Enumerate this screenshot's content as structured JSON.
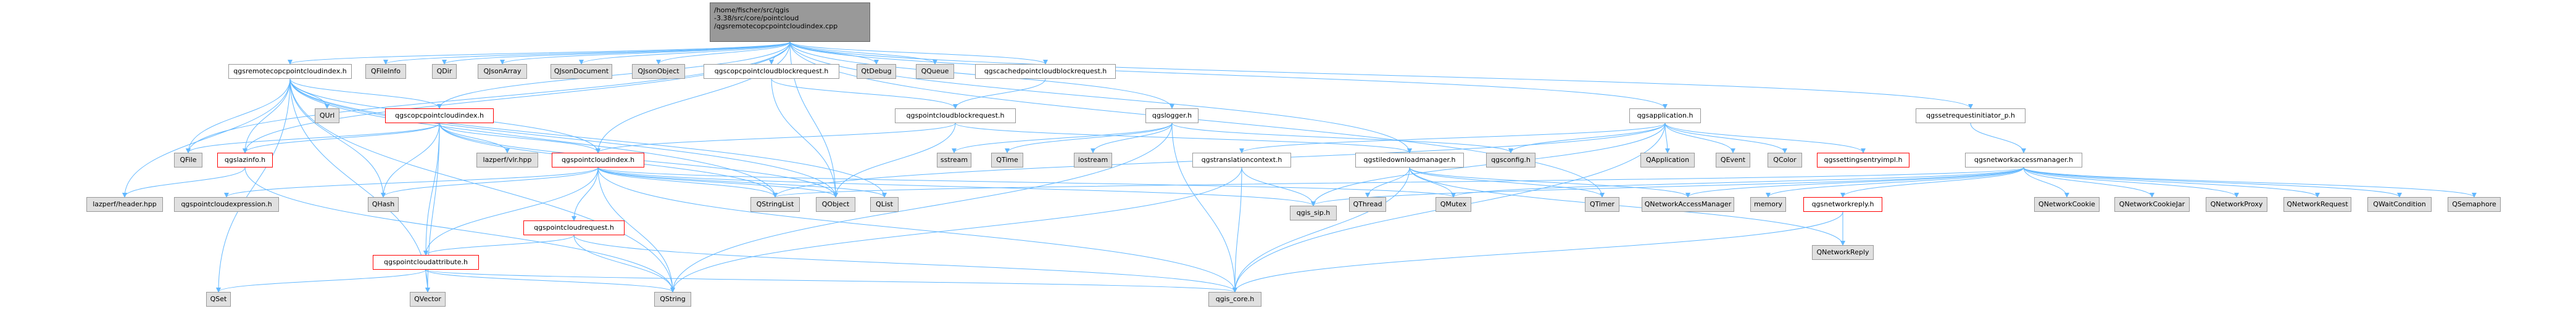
{
  "colors": {
    "edge": "#63b8ff",
    "node_border": "#999999",
    "node_fill": "#ffffff",
    "external_fill": "#e0e0e0",
    "root_fill": "#999999",
    "red_border": "#ff0000"
  },
  "root": {
    "line1": "/home/fischer/src/qgis",
    "line2": "-3.38/src/core/pointcloud",
    "line3": "/qgsremotecopcpointcloudindex.cpp"
  },
  "nodes": {
    "qgsremotecopcpointcloudindex_h": "qgsremotecopcpointcloudindex.h",
    "QFileInfo": "QFileInfo",
    "QDir": "QDir",
    "QJsonArray": "QJsonArray",
    "QJsonDocument": "QJsonDocument",
    "QJsonObject": "QJsonObject",
    "qgscopcpointcloudblockrequest_h": "qgscopcpointcloudblockrequest.h",
    "QtDebug": "QtDebug",
    "QQueue": "QQueue",
    "qgscachedpointcloudblockrequest_h": "qgscachedpointcloudblockrequest.h",
    "qgslogger_h": "qgslogger.h",
    "qgsapplication_h": "qgsapplication.h",
    "qgssetrequestinitiator_p_h": "qgssetrequestinitiator_p.h",
    "QUrl": "QUrl",
    "qgscopcpointcloudindex_h": "qgscopcpointcloudindex.h",
    "qgspointcloudblockrequest_h": "qgspointcloudblockrequest.h",
    "QFile": "QFile",
    "qgslazinfo_h": "qgslazinfo.h",
    "lazperf_vlr_hpp": "lazperf/vlr.hpp",
    "qgspointcloudindex_h": "qgspointcloudindex.h",
    "sstream": "sstream",
    "QTime": "QTime",
    "iostream": "iostream",
    "qgstranslationcontext_h": "qgstranslationcontext.h",
    "qgstiledownloadmanager_h": "qgstiledownloadmanager.h",
    "qgsconfig_h": "qgsconfig.h",
    "QApplication": "QApplication",
    "QEvent": "QEvent",
    "QColor": "QColor",
    "qgssettingsentryimpl_h": "qgssettingsentryimpl.h",
    "qgsnetworkaccessmanager_h": "qgsnetworkaccessmanager.h",
    "lazperf_header_hpp": "lazperf/header.hpp",
    "qgspointcloudexpression_h": "qgspointcloudexpression.h",
    "QHash": "QHash",
    "qgspointcloudrequest_h": "qgspointcloudrequest.h",
    "QStringList": "QStringList",
    "QObject": "QObject",
    "QList": "QList",
    "qgis_sip_h": "qgis_sip.h",
    "QThread": "QThread",
    "QMutex": "QMutex",
    "QTimer": "QTimer",
    "QNetworkAccessManager": "QNetworkAccessManager",
    "memory": "memory",
    "qgsnetworkreply_h": "qgsnetworkreply.h",
    "QNetworkCookie": "QNetworkCookie",
    "QNetworkCookieJar": "QNetworkCookieJar",
    "QNetworkProxy": "QNetworkProxy",
    "QNetworkRequest": "QNetworkRequest",
    "QWaitCondition": "QWaitCondition",
    "QSemaphore": "QSemaphore",
    "qgspointcloudattribute_h": "qgspointcloudattribute.h",
    "QNetworkReply": "QNetworkReply",
    "QSet": "QSet",
    "QVector": "QVector",
    "QString": "QString",
    "qgis_core_h": "qgis_core.h"
  }
}
